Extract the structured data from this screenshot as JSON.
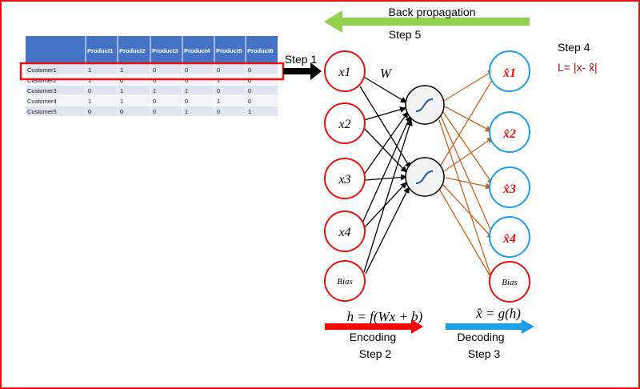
{
  "labels": {
    "back_propagation": "Back propagation",
    "step1": "Step 1",
    "step2": "Step 2",
    "step3": "Step 3",
    "step4": "Step 4",
    "step5": "Step 5",
    "loss": "L= |x- x̂|",
    "weight": "W",
    "encoding": "Encoding",
    "decoding": "Decoding",
    "encoder_formula": "h = f(Wx + b)",
    "decoder_formula": "x̂ = g(h)"
  },
  "table": {
    "headers": [
      "",
      "Product1",
      "Product2",
      "Product3",
      "Product4",
      "Product5",
      "Product6"
    ],
    "rows": [
      [
        "Customer1",
        "1",
        "1",
        "0",
        "0",
        "0",
        "0"
      ],
      [
        "Customer2",
        "1",
        "0",
        "0",
        "0",
        "1",
        "0"
      ],
      [
        "Customer3",
        "0",
        "1",
        "1",
        "1",
        "0",
        "0"
      ],
      [
        "Customer4",
        "1",
        "1",
        "0",
        "0",
        "1",
        "0"
      ],
      [
        "Customer5",
        "0",
        "0",
        "0",
        "1",
        "0",
        "1"
      ]
    ]
  },
  "input_nodes": [
    "x1",
    "x2",
    "x3",
    "x4",
    "Bias"
  ],
  "output_nodes": [
    "x̂1",
    "x̂2",
    "x̂3",
    "x̂4",
    "Bias"
  ],
  "colors": {
    "frame": "#e8110f",
    "header": "#4472c4",
    "row_light": "#dfe4f1",
    "row_white": "#f2f4f9",
    "input_node_stroke": "#e8110f",
    "output_node_stroke": "#1aa0e8",
    "encoder_edges": "#000000",
    "decoder_edges": "#c8631c",
    "back_prop_arrow": "#92d050",
    "encoding_arrow": "#ff0000",
    "decoding_arrow": "#1aa0e8",
    "loss_text": "#c00000"
  }
}
